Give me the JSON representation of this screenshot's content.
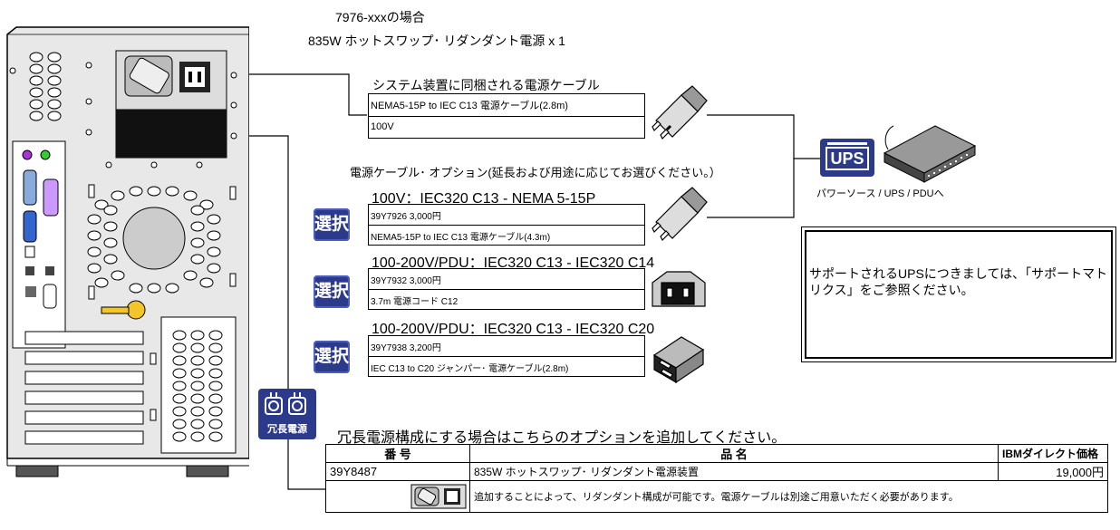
{
  "top": {
    "model_title": "7976-xxxの場合",
    "psu_title": "835W ホットスワップ･ リダンダント電源 x 1"
  },
  "bundled": {
    "heading": "システム装置に同梱される電源ケーブル",
    "line1": "NEMA5-15P to IEC C13 電源ケーブル(2.8m)",
    "line2": "100V"
  },
  "options_heading": "電源ケーブル･ オプション(延長および用途に応じてお選びください。）",
  "option_badge": "選択",
  "options": [
    {
      "title": "100V：IEC320 C13 - NEMA 5-15P",
      "line1": "39Y7926 3,000円",
      "line2": "NEMA5-15P to IEC C13 電源ケーブル(4.3m)"
    },
    {
      "title": "100-200V/PDU：IEC320 C13 - IEC320 C14",
      "line1": "39Y7932 3,000円",
      "line2": "3.7m 電源コード C12"
    },
    {
      "title": "100-200V/PDU：IEC320 C13 - IEC320 C20",
      "line1": "39Y7938 3,200円",
      "line2": "IEC C13 to C20 ジャンパー･ 電源ケーブル(2.8m)"
    }
  ],
  "ups": {
    "badge": "UPS",
    "caption": "パワーソース / UPS / PDUへ"
  },
  "note": "サポートされるUPSにつきましては、「サポートマトリクス」をご参照ください。",
  "redundant_badge": "冗長電源",
  "table": {
    "caption": "冗長電源構成にする場合はこちらのオプションを追加してください。",
    "headers": [
      "番 号",
      "品 名",
      "IBMダイレクト価格"
    ],
    "row": {
      "number": "39Y8487",
      "name": "835W ホットスワップ･ リダンダント電源装置",
      "price": "19,000円"
    },
    "remark": "追加することによって、リダンダント構成が可能です。電源ケーブルは別途ご用意いただく必要があります。"
  },
  "colors": {
    "badge_blue": "#2c3a8c",
    "server_gray": "#e6e6e6"
  }
}
